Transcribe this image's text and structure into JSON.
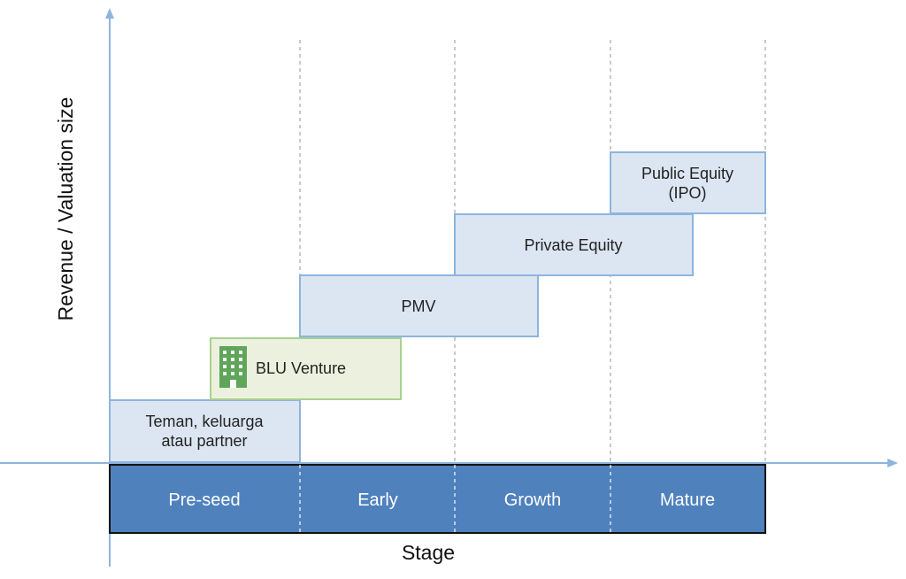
{
  "axes": {
    "y_label": "Revenue / Valuation size",
    "x_label": "Stage"
  },
  "stages": [
    "Pre-seed",
    "Early",
    "Growth",
    "Mature"
  ],
  "funding_sources": [
    {
      "lines": [
        "Teman, keluarga",
        "atau partner"
      ]
    },
    {
      "lines": [
        "BLU Venture"
      ],
      "icon": "building-icon",
      "highlighted": true
    },
    {
      "lines": [
        "PMV"
      ]
    },
    {
      "lines": [
        "Private Equity"
      ]
    },
    {
      "lines": [
        "Public Equity",
        "(IPO)"
      ]
    }
  ],
  "colors": {
    "axis": "#8eb4de",
    "stage_fill": "#4f81bd",
    "stage_border": "#111111",
    "box_fill": "#dce6f2",
    "box_border": "#8eb4de",
    "highlight_fill": "#ebf1de",
    "highlight_border": "#a9d18e",
    "icon": "#5fa55a",
    "divider": "#a6a6a6"
  }
}
